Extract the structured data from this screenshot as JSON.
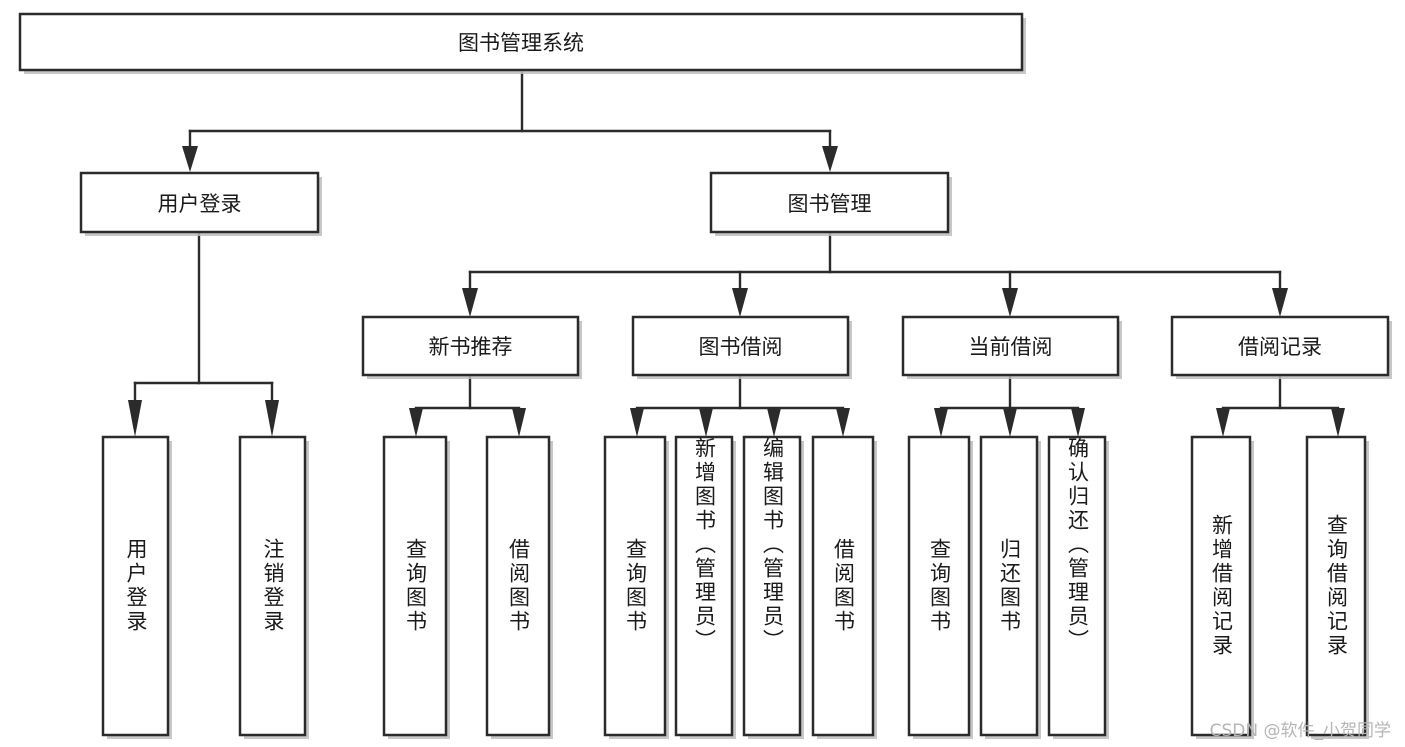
{
  "diagram": {
    "type": "tree",
    "title": "图书管理系统",
    "orientation": "top-down",
    "levels": 4,
    "root": {
      "id": "root",
      "label": "图书管理系统",
      "text_direction": "horizontal"
    },
    "level2": [
      {
        "id": "user-login",
        "label": "用户登录",
        "text_direction": "horizontal"
      },
      {
        "id": "book-manage",
        "label": "图书管理",
        "text_direction": "horizontal"
      }
    ],
    "level3": [
      {
        "id": "new-book-rec",
        "label": "新书推荐",
        "text_direction": "horizontal",
        "parent": "book-manage"
      },
      {
        "id": "book-borrow",
        "label": "图书借阅",
        "text_direction": "horizontal",
        "parent": "book-manage"
      },
      {
        "id": "current-borrow",
        "label": "当前借阅",
        "text_direction": "horizontal",
        "parent": "book-manage"
      },
      {
        "id": "borrow-record",
        "label": "借阅记录",
        "text_direction": "horizontal",
        "parent": "book-manage"
      }
    ],
    "leaves": [
      {
        "id": "leaf-user-login",
        "label": "用户登录",
        "parent": "user-login",
        "text_direction": "vertical"
      },
      {
        "id": "leaf-logout",
        "label": "注销登录",
        "parent": "user-login",
        "text_direction": "vertical"
      },
      {
        "id": "leaf-query-book-1",
        "label": "查询图书",
        "parent": "new-book-rec",
        "text_direction": "vertical"
      },
      {
        "id": "leaf-borrow-book-1",
        "label": "借阅图书",
        "parent": "new-book-rec",
        "text_direction": "vertical"
      },
      {
        "id": "leaf-query-book-2",
        "label": "查询图书",
        "parent": "book-borrow",
        "text_direction": "vertical"
      },
      {
        "id": "leaf-add-book",
        "label": "新增图书（管理员）",
        "parent": "book-borrow",
        "text_direction": "vertical"
      },
      {
        "id": "leaf-edit-book",
        "label": "编辑图书（管理员）",
        "parent": "book-borrow",
        "text_direction": "vertical"
      },
      {
        "id": "leaf-borrow-book-2",
        "label": "借阅图书",
        "parent": "book-borrow",
        "text_direction": "vertical"
      },
      {
        "id": "leaf-query-book-3",
        "label": "查询图书",
        "parent": "current-borrow",
        "text_direction": "vertical"
      },
      {
        "id": "leaf-return-book",
        "label": "归还图书",
        "parent": "current-borrow",
        "text_direction": "vertical"
      },
      {
        "id": "leaf-confirm-return",
        "label": "确认归还（管理员）",
        "parent": "current-borrow",
        "text_direction": "vertical"
      },
      {
        "id": "leaf-add-record",
        "label": "新增借阅记录",
        "parent": "borrow-record",
        "text_direction": "vertical"
      },
      {
        "id": "leaf-query-record",
        "label": "查询借阅记录",
        "parent": "borrow-record",
        "text_direction": "vertical"
      }
    ],
    "colors": {
      "box_stroke": "#2b2b2b",
      "box_fill": "#ffffff",
      "line": "#2b2b2b",
      "text": "#1a1a1a",
      "shadow": "#bdbdbd",
      "background": "#ffffff",
      "watermark": "#b5b5b5"
    }
  },
  "watermark": {
    "text": "CSDN @软件_小贺同学"
  }
}
